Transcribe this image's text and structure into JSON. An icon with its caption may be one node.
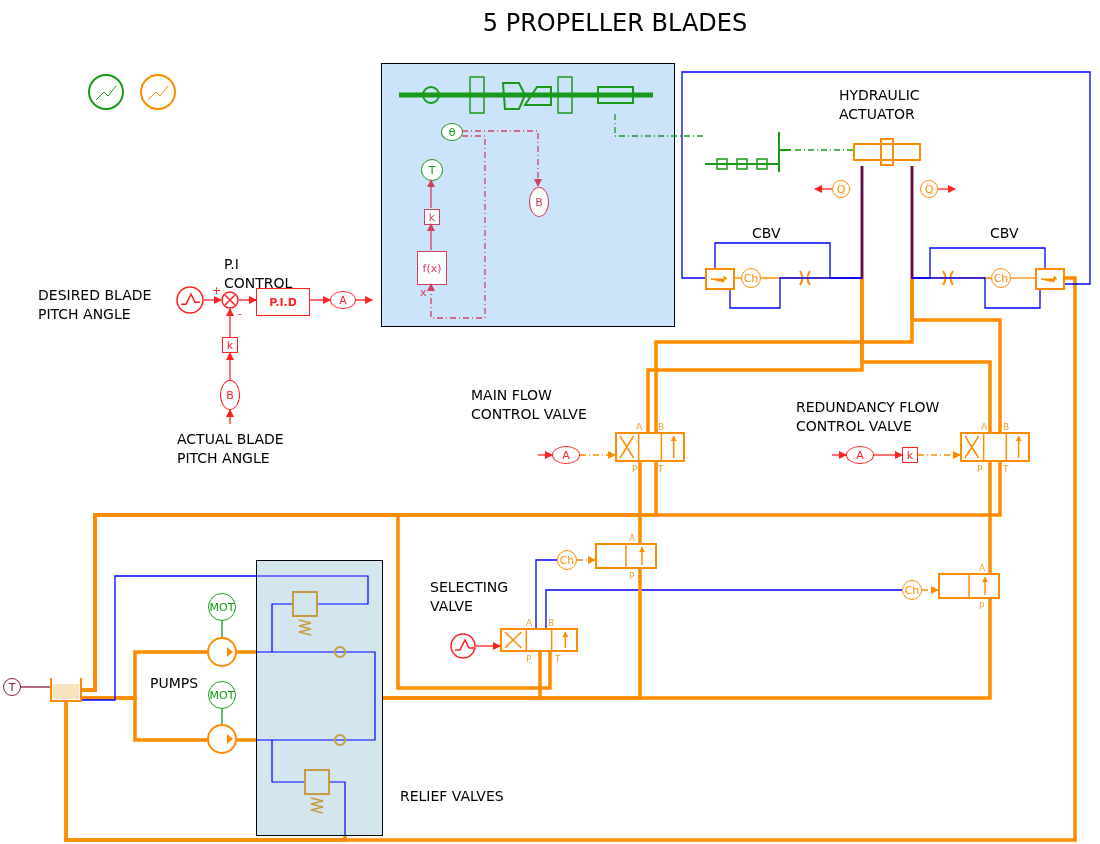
{
  "diagram": {
    "title": "5 PROPELLER BLADES",
    "nodes": [
      {
        "text": [],
        "shape": "circle"
      },
      {
        "text": [],
        "shape": "circle"
      },
      {
        "text": [
          "P.I.D"
        ]
      },
      {
        "text": [
          "A"
        ]
      },
      {
        "text": [
          "k"
        ]
      },
      {
        "text": [
          "B"
        ]
      },
      {
        "text": [],
        "shape": "box"
      },
      {
        "text": [
          "θ"
        ],
        "in": 6
      },
      {
        "text": [
          "T"
        ],
        "in": 6
      },
      {
        "text": [
          "k"
        ],
        "in": 6
      },
      {
        "text": [
          "f(x)"
        ],
        "in": 6
      },
      {
        "text": [
          "B"
        ],
        "in": 6
      },
      {
        "text": [],
        "shape": "picture",
        "in": 6
      },
      {
        "text": [],
        "shape": "picture"
      },
      {
        "text": [],
        "shape": "box",
        "beside": [
          "HYDRAULIC ACTUATOR"
        ]
      },
      {
        "text": [
          "Q"
        ]
      },
      {
        "text": [
          "Q"
        ]
      },
      {
        "text": [
          "Ch"
        ]
      },
      {
        "text": [
          "Ch"
        ]
      },
      {
        "text": [],
        "shape": "box",
        "beside": [
          "MAIN FLOW CONTROL VALVE"
        ]
      },
      {
        "text": [],
        "shape": "box",
        "beside": [
          "REDUNDANCY FLOW CONTROL VALVE"
        ]
      },
      {
        "text": [
          "A"
        ]
      },
      {
        "text": [
          "A"
        ]
      },
      {
        "text": [
          "k"
        ]
      },
      {
        "text": [
          "Ch"
        ]
      },
      {
        "text": [],
        "shape": "box"
      },
      {
        "text": [
          "Ch"
        ]
      },
      {
        "text": [],
        "shape": "box"
      },
      {
        "text": [],
        "shape": "box",
        "beside": [
          "SELECTING VALVE"
        ]
      },
      {
        "text": [],
        "shape": "circle"
      },
      {
        "text": [],
        "shape": "box",
        "beside": [
          "RELIEF VALVES"
        ]
      },
      {
        "text": [
          "MOT"
        ]
      },
      {
        "text": [
          "MOT"
        ]
      },
      {
        "text": [],
        "shape": "circle"
      },
      {
        "text": [],
        "shape": "circle"
      },
      {
        "text": [
          "T"
        ]
      },
      {
        "text": [],
        "shape": "box"
      },
      {
        "text": [],
        "shape": "box"
      },
      {
        "text": [],
        "shape": "box"
      }
    ],
    "edges": [
      {
        "from": 0,
        "to": 1,
        "arrow": "to",
        "color": "#ff2020"
      },
      {
        "from": 1,
        "to": 2,
        "arrow": "to",
        "color": "#ff2020"
      },
      {
        "from": 2,
        "to": 3,
        "arrow": "to",
        "color": "#ff2020"
      },
      {
        "from": 3,
        "to": null,
        "arrow": "to",
        "color": "#ff2020"
      },
      {
        "from": null,
        "to": 5,
        "arrow": "to",
        "color": "#ff2020"
      },
      {
        "from": 5,
        "to": 4,
        "arrow": "to",
        "color": "#ff2020"
      },
      {
        "from": 4,
        "to": 1,
        "arrow": "to",
        "color": "#ff2020"
      },
      {
        "from": 10,
        "to": 9,
        "arrow": "to",
        "color": "#d04060"
      },
      {
        "from": 9,
        "to": 8,
        "arrow": "to",
        "color": "#d04060"
      },
      {
        "from": 7,
        "to": 11,
        "arrow": "to",
        "style": "dashed",
        "color": "#d04060"
      },
      {
        "from": 7,
        "to": 10,
        "arrow": "to",
        "style": "dashed",
        "color": "#d04060"
      },
      {
        "from": 12,
        "to": 13,
        "arrow": "none",
        "style": "dashed",
        "color": "#1a9a1a"
      },
      {
        "from": 13,
        "to": 14,
        "arrow": "none",
        "style": "dashed",
        "color": "#1a9a1a"
      },
      {
        "from": 15,
        "to": null,
        "arrow": "to",
        "color": "#ff2020"
      },
      {
        "from": 16,
        "to": null,
        "arrow": "to",
        "color": "#ff2020"
      },
      {
        "from": null,
        "to": 21,
        "arrow": "to",
        "color": "#ff2020"
      },
      {
        "from": 21,
        "to": 19,
        "arrow": "to",
        "style": "dashed"
      },
      {
        "from": null,
        "to": 22,
        "arrow": "to",
        "color": "#ff2020"
      },
      {
        "from": 22,
        "to": 23,
        "arrow": "to",
        "color": "#ff2020"
      },
      {
        "from": 23,
        "to": 20,
        "arrow": "to",
        "style": "dashed"
      },
      {
        "from": 24,
        "to": 25,
        "arrow": "to",
        "style": "dashed"
      },
      {
        "from": 26,
        "to": 27,
        "arrow": "to",
        "style": "dashed"
      },
      {
        "from": 28,
        "to": 24,
        "arrow": "none",
        "color": "#0000ff"
      },
      {
        "from": 28,
        "to": 26,
        "arrow": "none",
        "color": "#0000ff"
      },
      {
        "from": 29,
        "to": 28,
        "arrow": "to",
        "color": "#ff2020"
      },
      {
        "from": 31,
        "to": 33,
        "arrow": "none",
        "color": "#1a9a1a"
      },
      {
        "from": 32,
        "to": 34,
        "arrow": "none",
        "color": "#1a9a1a"
      },
      {
        "from": 35,
        "to": 36,
        "arrow": "none",
        "color": "#8b1a4a"
      },
      {
        "from": 14,
        "to": 19,
        "arrow": "none",
        "style": "thick"
      },
      {
        "from": 14,
        "to": 20,
        "arrow": "none",
        "style": "thick"
      },
      {
        "from": 19,
        "to": 14,
        "arrow": "none",
        "style": "thick"
      },
      {
        "from": 20,
        "to": 14,
        "arrow": "none",
        "style": "thick"
      },
      {
        "from": 19,
        "to": 25,
        "arrow": "none",
        "style": "thick"
      },
      {
        "from": 20,
        "to": 27,
        "arrow": "none",
        "style": "thick"
      },
      {
        "from": 36,
        "to": 33,
        "arrow": "none",
        "style": "thick"
      },
      {
        "from": 36,
        "to": 34,
        "arrow": "none",
        "style": "thick"
      },
      {
        "from": 33,
        "to": 30,
        "arrow": "none",
        "style": "thick"
      },
      {
        "from": 34,
        "to": 30,
        "arrow": "none",
        "style": "thick"
      },
      {
        "from": 19,
        "to": 36,
        "arrow": "none",
        "style": "thick"
      },
      {
        "from": 20,
        "to": 36,
        "arrow": "none",
        "style": "thick"
      },
      {
        "from": 28,
        "to": 36,
        "arrow": "none",
        "style": "thick"
      },
      {
        "from": 30,
        "to": 25,
        "arrow": "none",
        "style": "thick"
      },
      {
        "from": 30,
        "to": 27,
        "arrow": "none",
        "style": "thick"
      },
      {
        "from": 30,
        "to": 28,
        "arrow": "none",
        "style": "thick"
      },
      {
        "from": 38,
        "to": 36,
        "arrow": "none",
        "style": "thick"
      },
      {
        "from": 37,
        "to": 17,
        "arrow": "none"
      },
      {
        "from": 17,
        "to": 14,
        "arrow": "none"
      },
      {
        "from": 38,
        "to": 18,
        "arrow": "none"
      },
      {
        "from": 18,
        "to": 14,
        "arrow": "none"
      },
      {
        "from": 37,
        "to": 38,
        "arrow": "none",
        "color": "#0000ff"
      },
      {
        "from": 37,
        "to": 14,
        "arrow": "none",
        "color": "#0000ff"
      },
      {
        "from": 38,
        "to": 14,
        "arrow": "none",
        "color": "#0000ff"
      },
      {
        "from": 37,
        "to": 14,
        "arrow": "none",
        "color": "#0000ff"
      },
      {
        "from": 38,
        "to": 14,
        "arrow": "none",
        "color": "#0000ff"
      },
      {
        "from": 36,
        "to": 30,
        "arrow": "none",
        "color": "#0000ff"
      },
      {
        "from": 30,
        "to": 36,
        "arrow": "none",
        "style": "thick"
      }
    ],
    "labels": [
      "P.I CONTROL",
      "CBV",
      "CBV",
      "DESIRED BLADE PITCH ANGLE",
      "+",
      "-",
      "x",
      "ACTUAL BLADE PITCH ANGLE",
      "A",
      "B",
      "P",
      "T",
      "A",
      "B",
      "P",
      "T",
      "A",
      "P",
      "A",
      "P",
      "A",
      "B",
      "P",
      "T",
      "PUMPS"
    ]
  }
}
